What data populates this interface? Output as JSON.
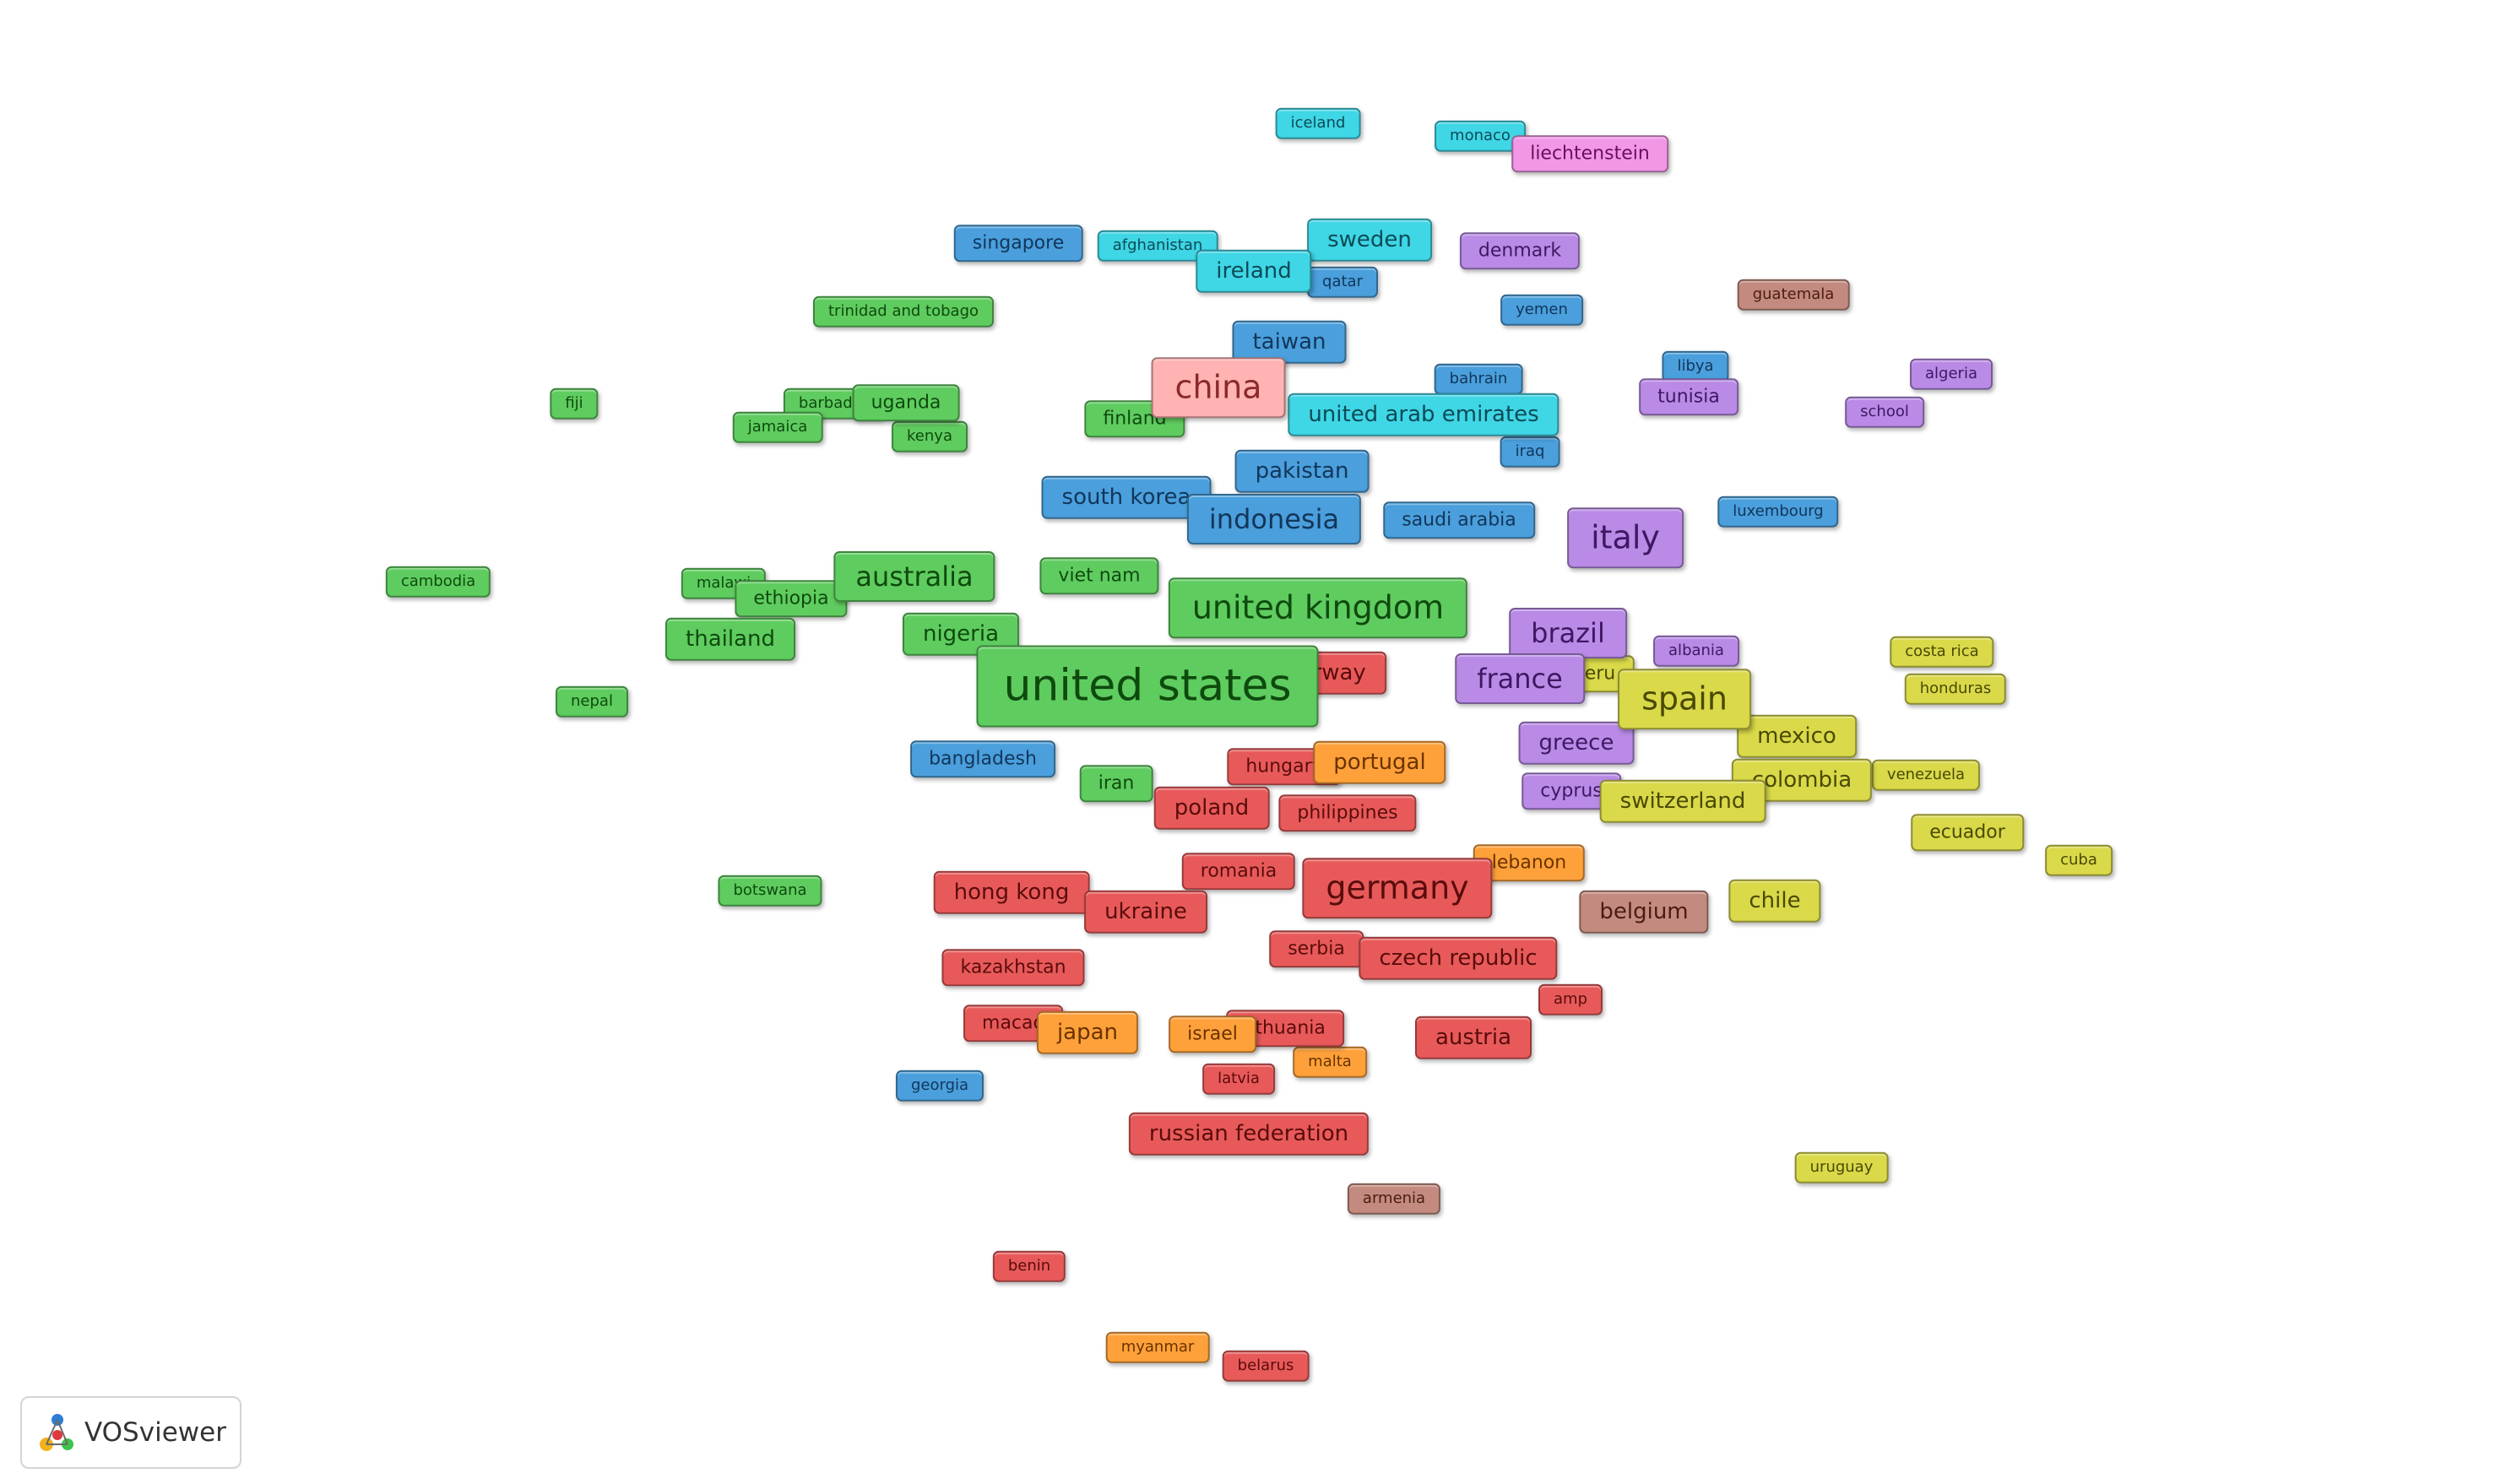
{
  "branding": {
    "label": "VOSviewer",
    "icon": "vosviewer-logo-icon"
  },
  "clusters": {
    "green": "#5fcc5f",
    "blue": "#4a9fdc",
    "cyan": "#3fd6e6",
    "red": "#e85a5a",
    "orange": "#ffa13a",
    "purple": "#b98ae6",
    "yellow": "#d9d94a",
    "pink": "#f296e6",
    "brown": "#c38b7f",
    "lightred": "#ffb3b3"
  },
  "nodes": [
    {
      "label": "iceland",
      "cluster": "cyan",
      "size": 1
    },
    {
      "label": "monaco",
      "cluster": "cyan",
      "size": 1
    },
    {
      "label": "liechtenstein",
      "cluster": "pink",
      "size": 2
    },
    {
      "label": "singapore",
      "cluster": "blue",
      "size": 2
    },
    {
      "label": "afghanistan",
      "cluster": "cyan",
      "size": 1
    },
    {
      "label": "sweden",
      "cluster": "cyan",
      "size": 3
    },
    {
      "label": "denmark",
      "cluster": "purple",
      "size": 2
    },
    {
      "label": "ireland",
      "cluster": "cyan",
      "size": 3
    },
    {
      "label": "qatar",
      "cluster": "blue",
      "size": 1
    },
    {
      "label": "guatemala",
      "cluster": "brown",
      "size": 1
    },
    {
      "label": "trinidad and tobago",
      "cluster": "green",
      "size": 1
    },
    {
      "label": "yemen",
      "cluster": "blue",
      "size": 1
    },
    {
      "label": "taiwan",
      "cluster": "blue",
      "size": 3
    },
    {
      "label": "libya",
      "cluster": "blue",
      "size": 1
    },
    {
      "label": "algeria",
      "cluster": "purple",
      "size": 1
    },
    {
      "label": "china",
      "cluster": "lightred",
      "size": 5
    },
    {
      "label": "bahrain",
      "cluster": "blue",
      "size": 1
    },
    {
      "label": "fiji",
      "cluster": "green",
      "size": 1
    },
    {
      "label": "barbados",
      "cluster": "green",
      "size": 1
    },
    {
      "label": "uganda",
      "cluster": "green",
      "size": 2
    },
    {
      "label": "tunisia",
      "cluster": "purple",
      "size": 2
    },
    {
      "label": "school",
      "cluster": "purple",
      "size": 1
    },
    {
      "label": "united arab emirates",
      "cluster": "cyan",
      "size": 3
    },
    {
      "label": "finland",
      "cluster": "green",
      "size": 2
    },
    {
      "label": "jamaica",
      "cluster": "green",
      "size": 1
    },
    {
      "label": "kenya",
      "cluster": "green",
      "size": 1
    },
    {
      "label": "iraq",
      "cluster": "blue",
      "size": 1
    },
    {
      "label": "pakistan",
      "cluster": "blue",
      "size": 3
    },
    {
      "label": "south korea",
      "cluster": "blue",
      "size": 3
    },
    {
      "label": "luxembourg",
      "cluster": "blue",
      "size": 1
    },
    {
      "label": "indonesia",
      "cluster": "blue",
      "size": 4
    },
    {
      "label": "saudi arabia",
      "cluster": "blue",
      "size": 2
    },
    {
      "label": "italy",
      "cluster": "purple",
      "size": 5
    },
    {
      "label": "cambodia",
      "cluster": "green",
      "size": 1
    },
    {
      "label": "malawi",
      "cluster": "green",
      "size": 1
    },
    {
      "label": "australia",
      "cluster": "green",
      "size": 4
    },
    {
      "label": "viet nam",
      "cluster": "green",
      "size": 2
    },
    {
      "label": "ethiopia",
      "cluster": "green",
      "size": 2
    },
    {
      "label": "united kingdom",
      "cluster": "green",
      "size": 5
    },
    {
      "label": "thailand",
      "cluster": "green",
      "size": 3
    },
    {
      "label": "nigeria",
      "cluster": "green",
      "size": 3
    },
    {
      "label": "brazil",
      "cluster": "purple",
      "size": 4
    },
    {
      "label": "albania",
      "cluster": "purple",
      "size": 1
    },
    {
      "label": "costa rica",
      "cluster": "yellow",
      "size": 1
    },
    {
      "label": "norway",
      "cluster": "red",
      "size": 3
    },
    {
      "label": "united states",
      "cluster": "green",
      "size": 6
    },
    {
      "label": "peru",
      "cluster": "yellow",
      "size": 2
    },
    {
      "label": "france",
      "cluster": "purple",
      "size": 4
    },
    {
      "label": "spain",
      "cluster": "yellow",
      "size": 5
    },
    {
      "label": "honduras",
      "cluster": "yellow",
      "size": 1
    },
    {
      "label": "nepal",
      "cluster": "green",
      "size": 1
    },
    {
      "label": "mexico",
      "cluster": "yellow",
      "size": 3
    },
    {
      "label": "greece",
      "cluster": "purple",
      "size": 3
    },
    {
      "label": "bangladesh",
      "cluster": "blue",
      "size": 2
    },
    {
      "label": "hungary",
      "cluster": "red",
      "size": 2
    },
    {
      "label": "portugal",
      "cluster": "orange",
      "size": 3
    },
    {
      "label": "iran",
      "cluster": "green",
      "size": 2
    },
    {
      "label": "venezuela",
      "cluster": "yellow",
      "size": 1
    },
    {
      "label": "colombia",
      "cluster": "yellow",
      "size": 3
    },
    {
      "label": "cyprus",
      "cluster": "purple",
      "size": 2
    },
    {
      "label": "switzerland",
      "cluster": "yellow",
      "size": 3
    },
    {
      "label": "poland",
      "cluster": "red",
      "size": 3
    },
    {
      "label": "philippines",
      "cluster": "red",
      "size": 2
    },
    {
      "label": "ecuador",
      "cluster": "yellow",
      "size": 2
    },
    {
      "label": "cuba",
      "cluster": "yellow",
      "size": 1
    },
    {
      "label": "lebanon",
      "cluster": "orange",
      "size": 2
    },
    {
      "label": "romania",
      "cluster": "red",
      "size": 2
    },
    {
      "label": "botswana",
      "cluster": "green",
      "size": 1
    },
    {
      "label": "hong kong",
      "cluster": "red",
      "size": 3
    },
    {
      "label": "germany",
      "cluster": "red",
      "size": 5
    },
    {
      "label": "chile",
      "cluster": "yellow",
      "size": 3
    },
    {
      "label": "ukraine",
      "cluster": "red",
      "size": 3
    },
    {
      "label": "belgium",
      "cluster": "brown",
      "size": 3
    },
    {
      "label": "serbia",
      "cluster": "red",
      "size": 2
    },
    {
      "label": "czech republic",
      "cluster": "red",
      "size": 3
    },
    {
      "label": "kazakhstan",
      "cluster": "red",
      "size": 2
    },
    {
      "label": "amp",
      "cluster": "red",
      "size": 1
    },
    {
      "label": "macao",
      "cluster": "red",
      "size": 2
    },
    {
      "label": "japan",
      "cluster": "orange",
      "size": 3
    },
    {
      "label": "lithuania",
      "cluster": "red",
      "size": 2
    },
    {
      "label": "israel",
      "cluster": "orange",
      "size": 2
    },
    {
      "label": "austria",
      "cluster": "red",
      "size": 3
    },
    {
      "label": "malta",
      "cluster": "orange",
      "size": 1
    },
    {
      "label": "latvia",
      "cluster": "red",
      "size": 1
    },
    {
      "label": "georgia",
      "cluster": "blue",
      "size": 1
    },
    {
      "label": "russian federation",
      "cluster": "red",
      "size": 3
    },
    {
      "label": "uruguay",
      "cluster": "yellow",
      "size": 1
    },
    {
      "label": "armenia",
      "cluster": "brown",
      "size": 1
    },
    {
      "label": "benin",
      "cluster": "red",
      "size": 1
    },
    {
      "label": "myanmar",
      "cluster": "orange",
      "size": 1
    },
    {
      "label": "belarus",
      "cluster": "red",
      "size": 1
    }
  ]
}
